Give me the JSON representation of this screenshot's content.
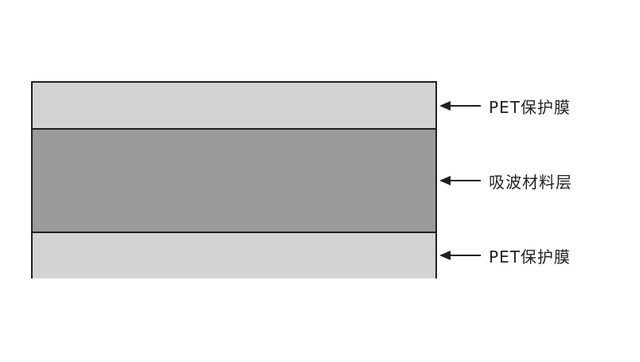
{
  "layers": [
    {
      "label": "PET保护膜",
      "fill": "#d3d3d3"
    },
    {
      "label": "吸波材料层",
      "fill": "#9b9b9b"
    },
    {
      "label": "PET保护膜",
      "fill": "#d3d3d3"
    }
  ],
  "colors": {
    "border": "#231f20",
    "arrow": "#231f20",
    "text": "#231f20"
  },
  "icons": {
    "callout_arrow": "left-arrow-icon"
  }
}
